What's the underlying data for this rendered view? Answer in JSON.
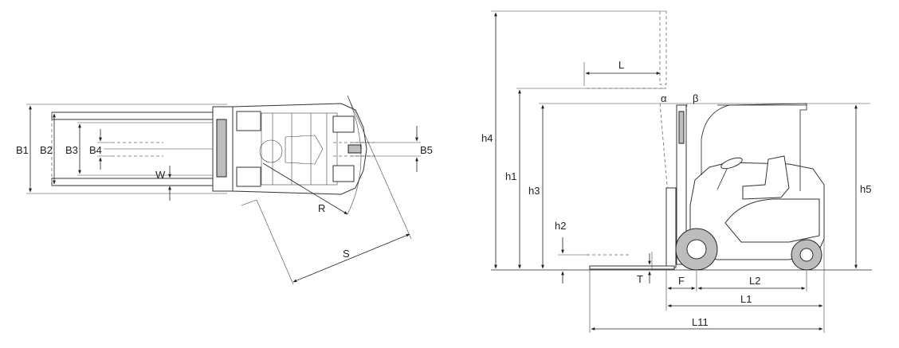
{
  "labels": {
    "B1": "B1",
    "B2": "B2",
    "B3": "B3",
    "B4": "B4",
    "B5": "B5",
    "W": "W",
    "R": "R",
    "S": "S",
    "h4": "h4",
    "h1": "h1",
    "h3": "h3",
    "h2": "h2",
    "h5": "h5",
    "L": "L",
    "alpha": "α",
    "beta": "β",
    "T": "T",
    "F": "F",
    "L2": "L2",
    "L1": "L1",
    "L11": "L11"
  }
}
